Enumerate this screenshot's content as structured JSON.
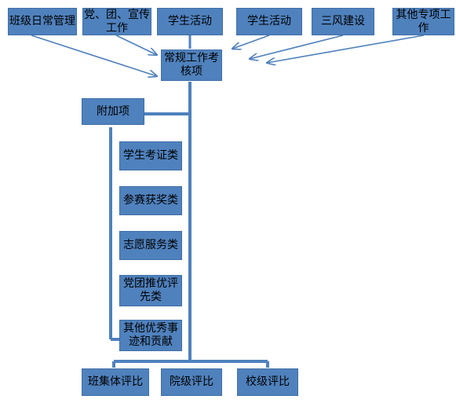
{
  "colors": {
    "box_fill": "#4f81bd",
    "connector": "#4f81bd",
    "text": "#000000"
  },
  "top_sources": [
    {
      "label": "班级日常管理"
    },
    {
      "label": "党、团、宣传工作"
    },
    {
      "label": "学生活动"
    },
    {
      "label": "学生活动"
    },
    {
      "label": "三风建设"
    },
    {
      "label": "其他专项工作"
    }
  ],
  "center": {
    "label": "常规工作考核项"
  },
  "additional": {
    "label": "附加项",
    "items": [
      {
        "label": "学生考证类"
      },
      {
        "label": "参赛获奖类"
      },
      {
        "label": "志愿服务类"
      },
      {
        "label": "党团推优评先类"
      },
      {
        "label": "其他优秀事迹和贡献"
      }
    ]
  },
  "outputs": [
    {
      "label": "班集体评比"
    },
    {
      "label": "院级评比"
    },
    {
      "label": "校级评比"
    }
  ]
}
